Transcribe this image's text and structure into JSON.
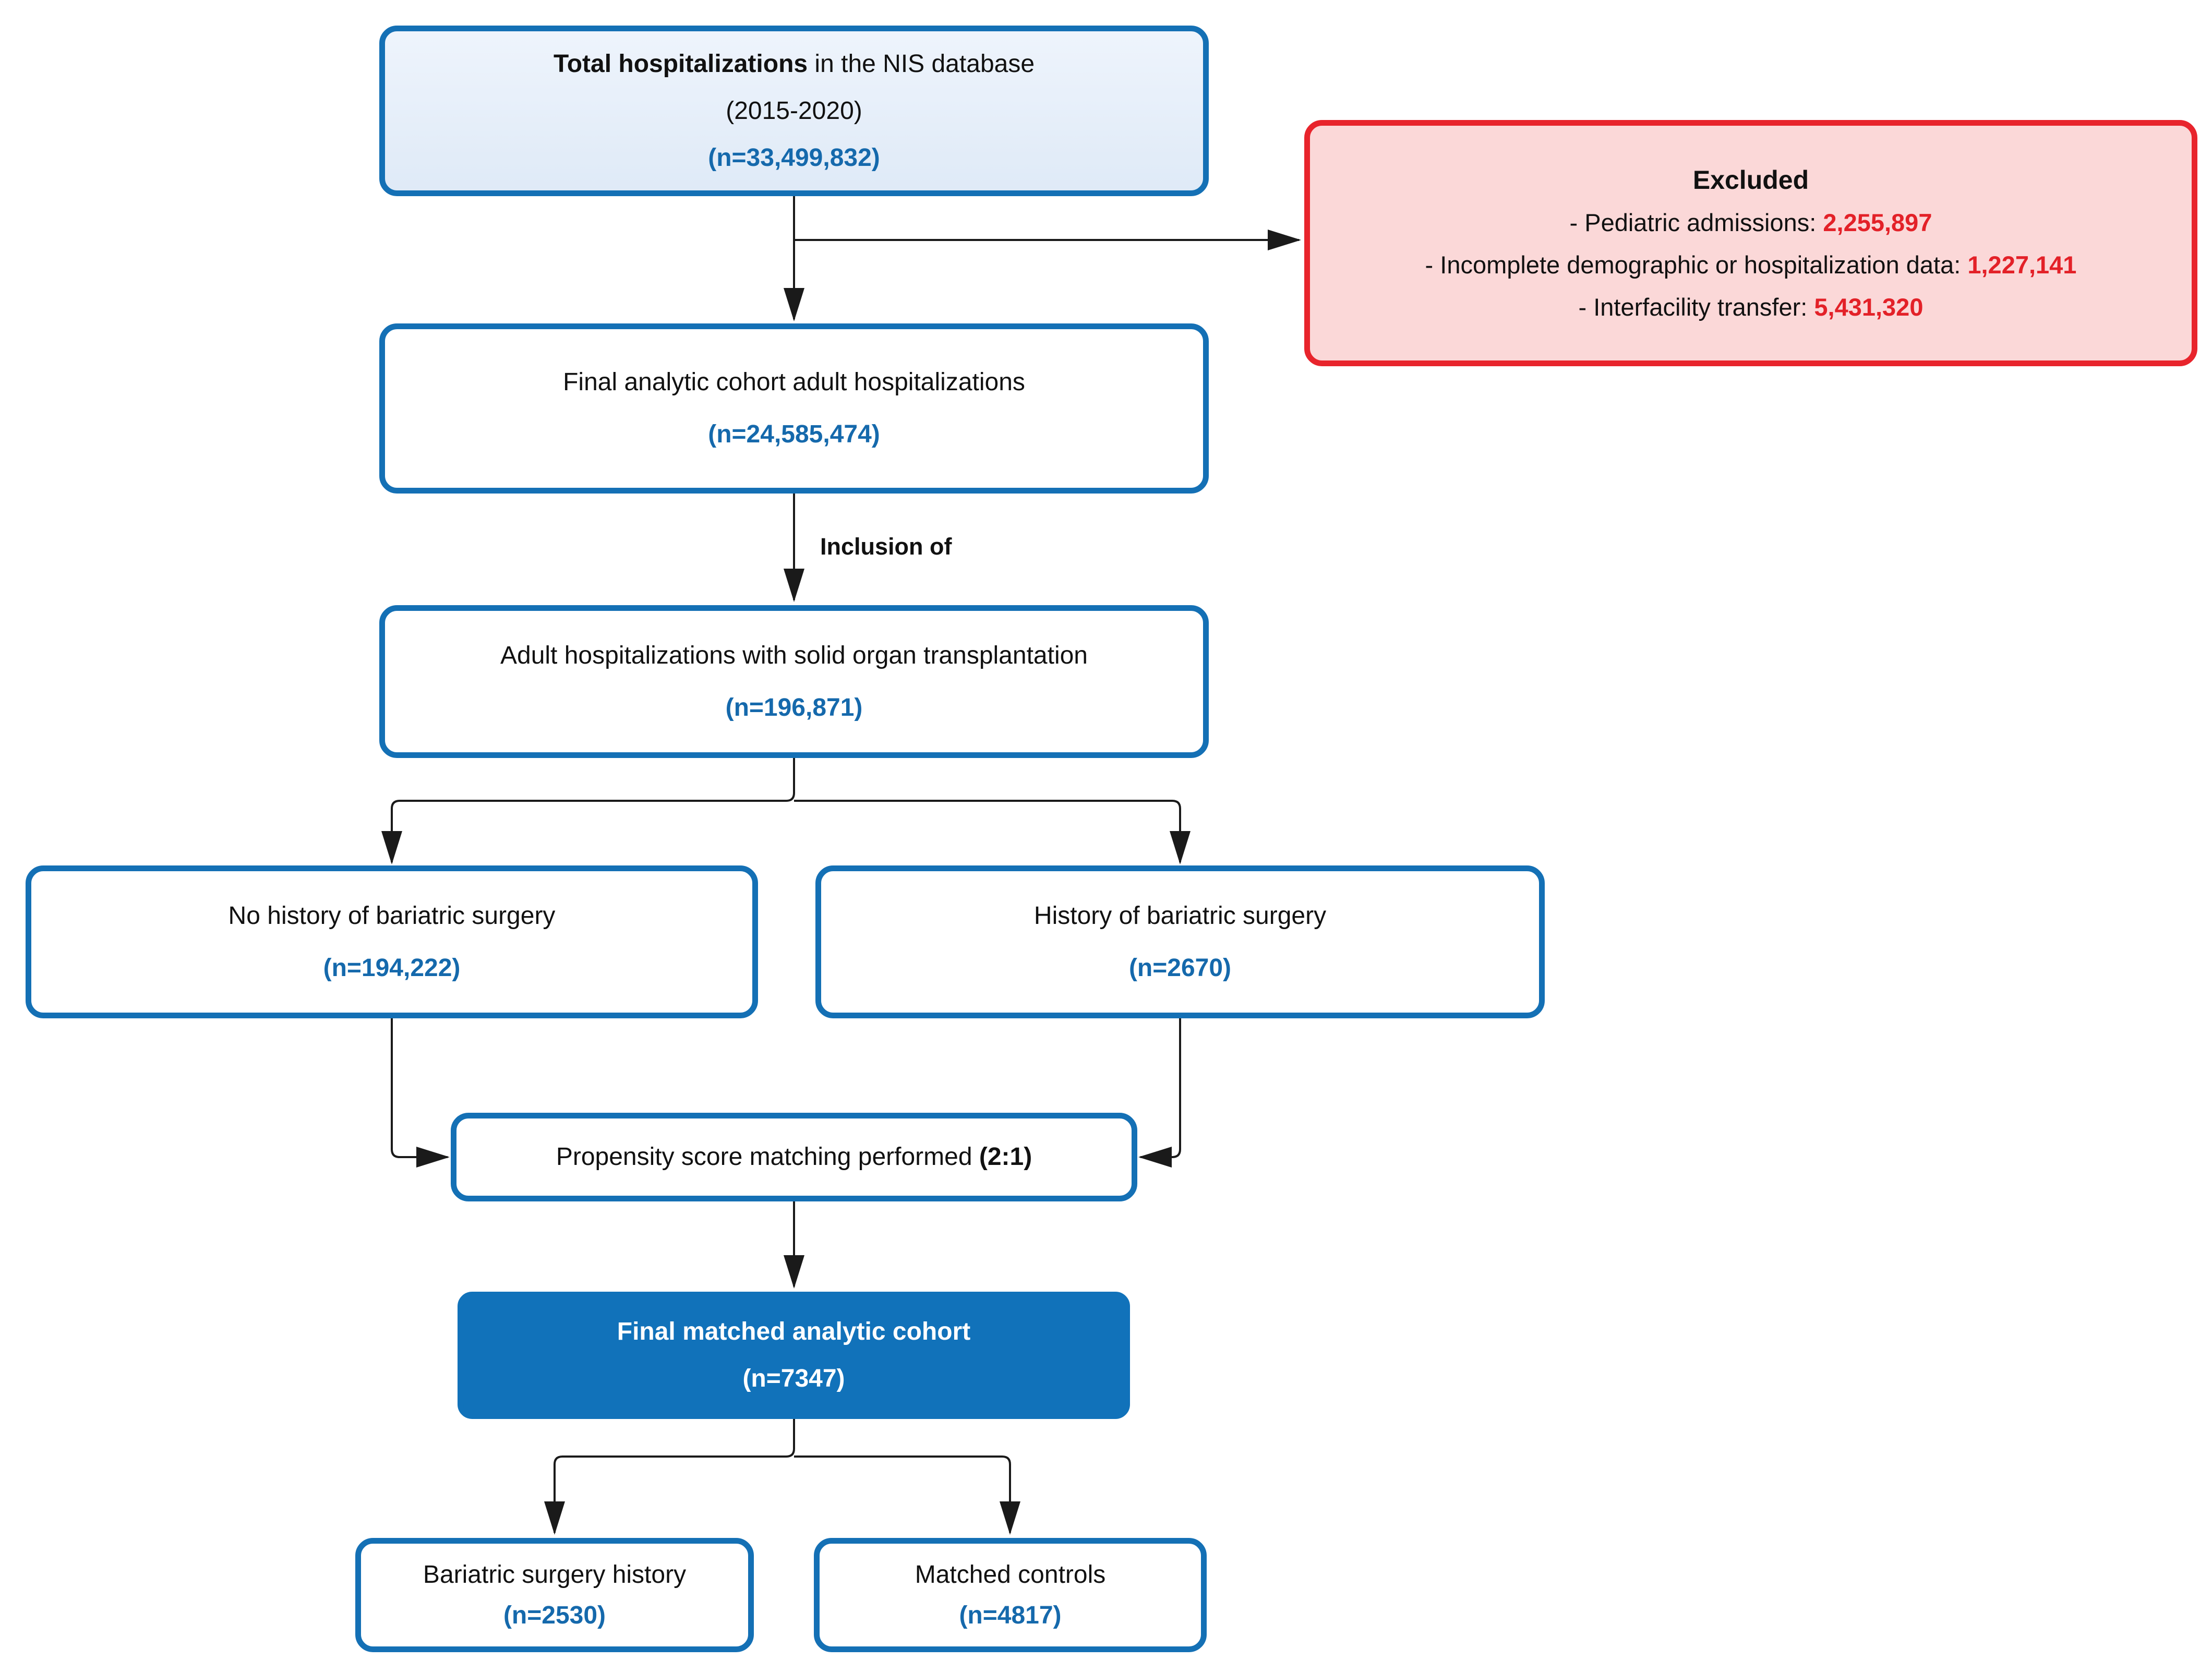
{
  "colors": {
    "blue_border": "#1470B5",
    "blue_text": "#1569AC",
    "blue_fill": "#1172BA",
    "light_blue_bg": "#E9F1FB",
    "red_border": "#E8242C",
    "red_number": "#E32128",
    "pink_bg": "#FBD8D8"
  },
  "flowchart": {
    "total": {
      "title_bold": "Total hospitalizations",
      "title_rest": " in the NIS database",
      "subtitle": "(2015-2020)",
      "n": "(n=33,499,832)"
    },
    "excluded": {
      "title": "Excluded",
      "items": [
        {
          "label": "-  Pediatric admissions: ",
          "value": "2,255,897"
        },
        {
          "label": "- Incomplete demographic or hospitalization data: ",
          "value": "1,227,141"
        },
        {
          "label": "- Interfacility transfer: ",
          "value": "5,431,320"
        }
      ]
    },
    "final_analytic": {
      "title": "Final analytic cohort adult hospitalizations",
      "n": "(n=24,585,474)"
    },
    "inclusion_label": "Inclusion of",
    "transplant": {
      "title": "Adult hospitalizations with solid organ transplantation",
      "n": "(n=196,871)"
    },
    "no_history": {
      "title": "No history of bariatric surgery",
      "n": "(n=194,222)"
    },
    "history": {
      "title": "History of bariatric surgery",
      "n": "(n=2670)"
    },
    "propensity": {
      "text": "Propensity score matching performed ",
      "ratio_bold": "(2:1)"
    },
    "final_matched": {
      "title": "Final matched analytic cohort",
      "n": "(n=7347)"
    },
    "bariatric_history": {
      "title": "Bariatric surgery history",
      "n": "(n=2530)"
    },
    "matched_controls": {
      "title": "Matched controls",
      "n": "(n=4817)"
    }
  }
}
